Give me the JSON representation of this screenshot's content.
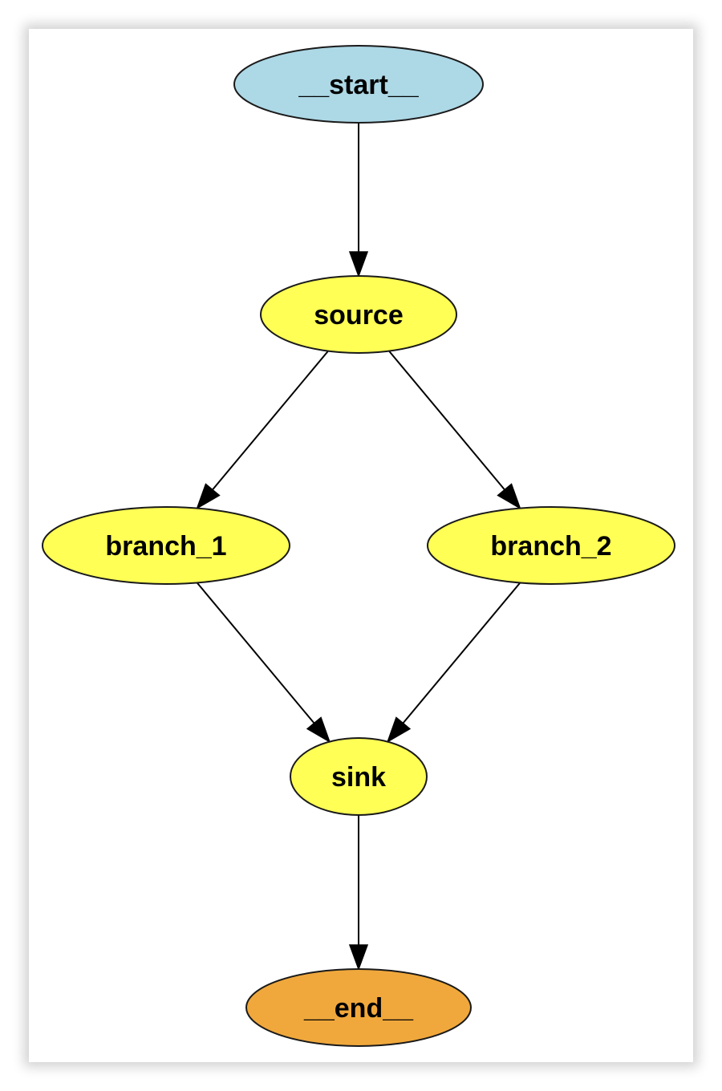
{
  "diagram": {
    "type": "directed-graph",
    "nodes": [
      {
        "id": "start",
        "label": "__start__",
        "color": "#add8e6"
      },
      {
        "id": "source",
        "label": "source",
        "color": "#ffff55"
      },
      {
        "id": "branch_1",
        "label": "branch_1",
        "color": "#ffff55"
      },
      {
        "id": "branch_2",
        "label": "branch_2",
        "color": "#ffff55"
      },
      {
        "id": "sink",
        "label": "sink",
        "color": "#ffff55"
      },
      {
        "id": "end",
        "label": "__end__",
        "color": "#f0a83c"
      }
    ],
    "edges": [
      {
        "from": "start",
        "to": "source"
      },
      {
        "from": "source",
        "to": "branch_1"
      },
      {
        "from": "source",
        "to": "branch_2"
      },
      {
        "from": "branch_1",
        "to": "sink"
      },
      {
        "from": "branch_2",
        "to": "sink"
      },
      {
        "from": "sink",
        "to": "end"
      }
    ]
  }
}
